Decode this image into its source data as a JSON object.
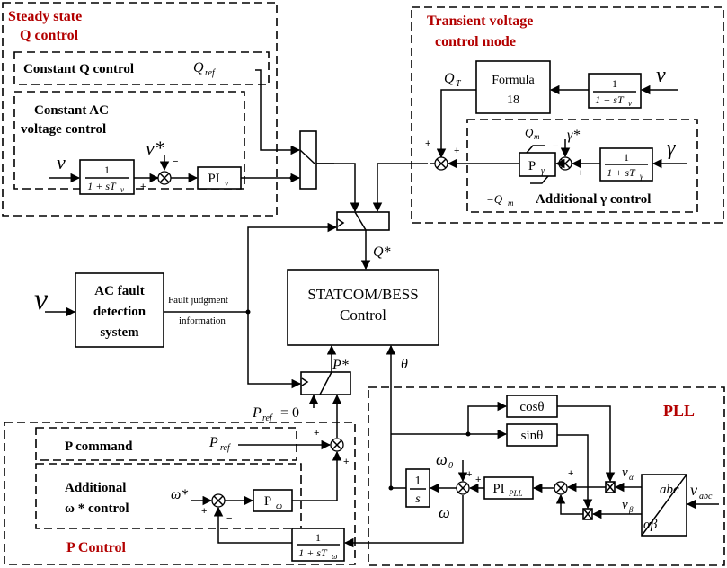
{
  "regions": {
    "steady_state": [
      "Steady state",
      "Q control"
    ],
    "transient": [
      "Transient voltage",
      "control mode"
    ],
    "pll": "PLL",
    "p_control": "P Control"
  },
  "sub_regions": {
    "const_q": "Constant Q control",
    "const_ac": [
      "Constant AC",
      "voltage control"
    ],
    "add_gamma": "Additional γ control",
    "p_command": "P command",
    "add_omega": [
      "Additional",
      "ω * control"
    ]
  },
  "blocks": {
    "formula": [
      "Formula",
      "18"
    ],
    "statcom": [
      "STATCOM/BESS",
      "Control"
    ],
    "fault_det": [
      "AC fault",
      "detection",
      "system"
    ],
    "pi_v": "PI",
    "pi_v_sub": "v",
    "p_gamma": "P",
    "p_gamma_sub": "γ",
    "pi_pll": "PI",
    "pi_pll_sub": "PLL",
    "p_omega": "P",
    "p_omega_sub": "ω",
    "cos": "cosθ",
    "sin": "sinθ",
    "integrator": [
      "1",
      "s"
    ],
    "tf_num": "1",
    "tf_v": "1 + sT",
    "tf_v_sub": "v",
    "tf_gamma_sub": "γ",
    "tf_omega_sub": "ω",
    "abc": "abc",
    "alphabeta": "αβ"
  },
  "signals": {
    "v": "v",
    "v_star": "v*",
    "q_ref": "Q",
    "q_ref_sub": "ref",
    "q_t": "Q",
    "q_t_sub": "T",
    "gamma": "γ",
    "gamma_star": "γ*",
    "q_m": "Q",
    "q_m_sub": "m",
    "neg_q_m": "−Q",
    "q_star": "Q*",
    "p_star": "P*",
    "p_ref_zero": "P",
    "p_ref_zero_sub": "ref",
    "p_ref_zero_val": "= 0",
    "p_ref": "P",
    "p_ref_sub": "ref",
    "theta": "θ",
    "omega0": "ω",
    "omega0_sub": "0",
    "omega": "ω",
    "omega_star": "ω*",
    "v_alpha": "v",
    "v_alpha_sub": "α",
    "v_beta": "v",
    "v_beta_sub": "β",
    "v_abc": "v",
    "v_abc_sub": "abc",
    "fault_info": [
      "Fault judgment",
      "information"
    ]
  },
  "signs": {
    "plus": "+",
    "minus": "−"
  }
}
